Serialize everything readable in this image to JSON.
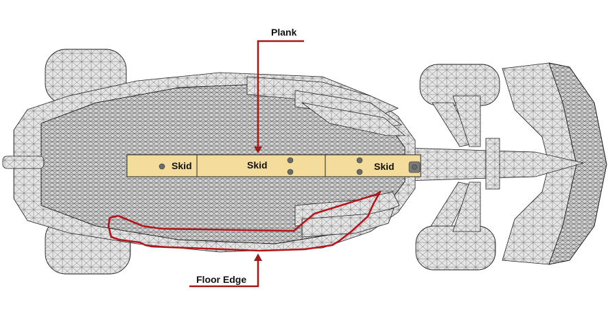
{
  "labels": {
    "plank": "Plank",
    "floor_edge": "Floor Edge",
    "skid_1": "Skid",
    "skid_2": "Skid",
    "skid_3": "Skid"
  },
  "colors": {
    "plank_fill": "#f3dc9c",
    "callout": "#a11a1a",
    "floor_edge_outline": "#b3161b",
    "mesh_fill": "#e2e2e2"
  }
}
